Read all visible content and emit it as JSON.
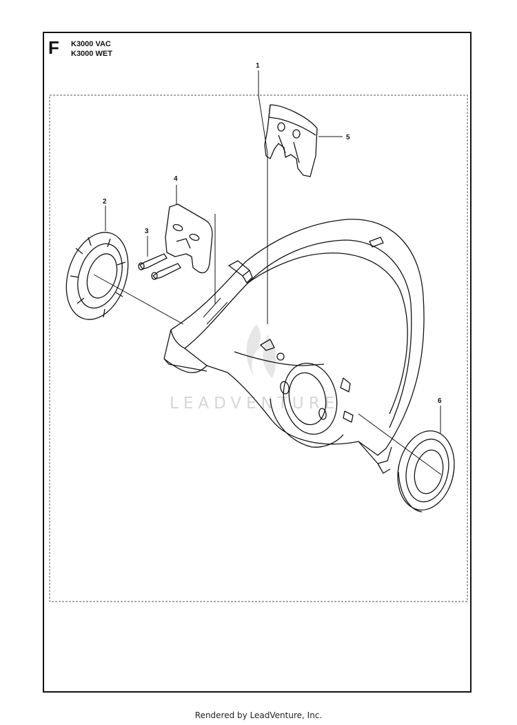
{
  "section_letter": "F",
  "models": [
    "K3000 VAC",
    "K3000 WET"
  ],
  "callouts": {
    "c1": "1",
    "c2": "2",
    "c3": "3",
    "c4": "4",
    "c5": "5",
    "c6": "6"
  },
  "watermark": "LEADVENTURE",
  "footer": "Rendered by LeadVenture, Inc."
}
